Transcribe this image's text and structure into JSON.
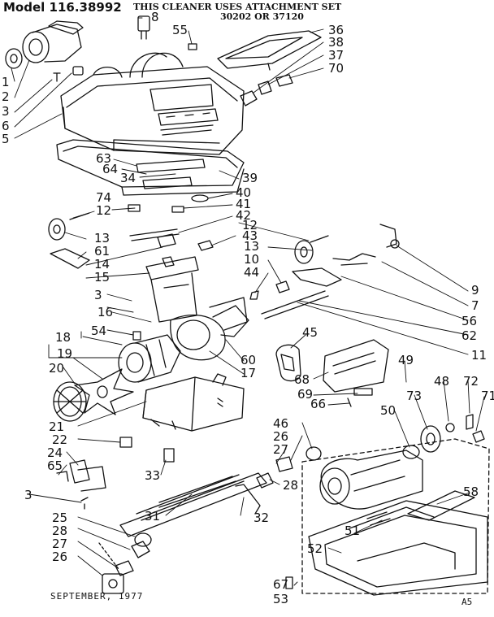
{
  "header": {
    "model": "Model 116.38992",
    "cleaner_note": "THIS CLEANER USES ATTACHMENT SET",
    "set_numbers": "30202 OR 37120"
  },
  "footer": {
    "date": "SEPTEMBER, 1977",
    "page_code": "A5"
  },
  "callouts": {
    "p1": "1",
    "p2": "2",
    "p3": "3",
    "p6": "6",
    "p5": "5",
    "p8": "8",
    "p55": "55",
    "p36": "36",
    "p38": "38",
    "p37": "37",
    "p70": "70",
    "p63": "63",
    "p64": "64",
    "p34": "34",
    "p39": "39",
    "p40": "40",
    "p41": "41",
    "p42": "42",
    "p74": "74",
    "p12a": "12",
    "p12b": "12",
    "p43": "43",
    "p13a": "13",
    "p13b": "13",
    "p61": "61",
    "p14": "14",
    "p10": "10",
    "p15": "15",
    "p44": "44",
    "p9": "9",
    "p7": "7",
    "p3b": "3",
    "p16": "16",
    "p56": "56",
    "p62": "62",
    "p18": "18",
    "p54": "54",
    "p45": "45",
    "p11": "11",
    "p60": "60",
    "p17": "17",
    "p19": "19",
    "p68": "68",
    "p49": "49",
    "p20": "20",
    "p69": "69",
    "p66": "66",
    "p48": "48",
    "p72": "72",
    "p71": "71",
    "p73": "73",
    "p50": "50",
    "p21": "21",
    "p22": "22",
    "p46": "46",
    "p26a": "26",
    "p27a": "27",
    "p24": "24",
    "p65": "65",
    "p33": "33",
    "p58": "58",
    "p3c": "3",
    "p28a": "28",
    "p31": "31",
    "p32": "32",
    "p25": "25",
    "p51": "51",
    "p28b": "28",
    "p52": "52",
    "p27b": "27",
    "p26b": "26",
    "p67": "67",
    "p53": "53"
  }
}
